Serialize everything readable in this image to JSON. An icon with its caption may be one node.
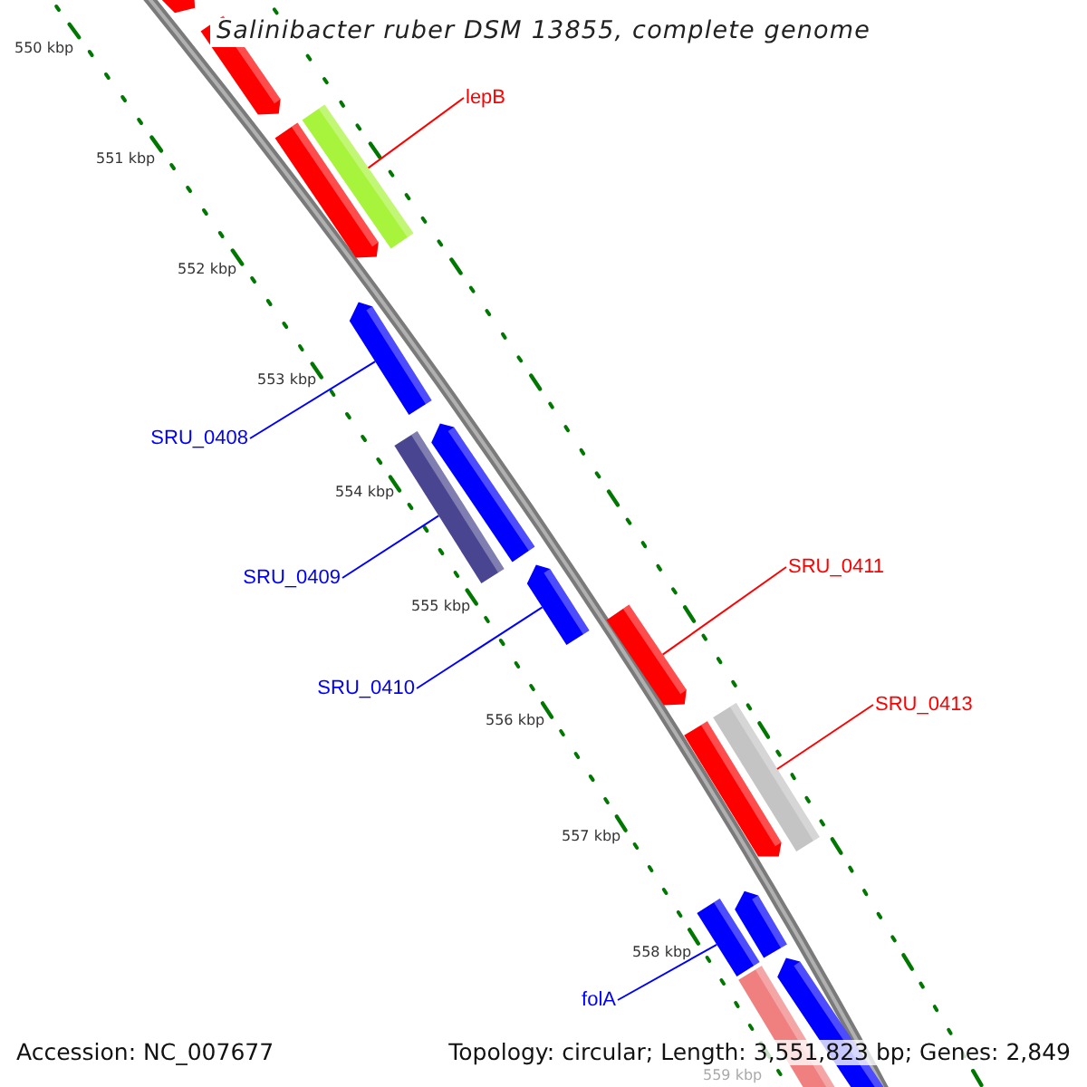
{
  "diagram": {
    "title": "Salinibacter ruber DSM 13855, complete genome",
    "nodes": [
      {
        "text": [],
        "shape": "bar"
      },
      {
        "text": [],
        "shape": "bar"
      },
      {
        "text": [
          "lepB"
        ]
      },
      {
        "text": [],
        "shape": "bar"
      },
      {
        "text": [],
        "shape": "bar"
      },
      {
        "text": [],
        "shape": "bar"
      },
      {
        "text": [
          "SRU_0408"
        ]
      },
      {
        "text": [],
        "shape": "bar"
      },
      {
        "text": [],
        "shape": "bar"
      },
      {
        "text": [
          "SRU_0409"
        ]
      },
      {
        "text": [],
        "shape": "bar"
      },
      {
        "text": [
          "SRU_0411"
        ]
      },
      {
        "text": [],
        "shape": "bar"
      },
      {
        "text": [
          "SRU_0410"
        ]
      },
      {
        "text": [
          "SRU_0413"
        ]
      },
      {
        "text": [],
        "shape": "bar"
      },
      {
        "text": [],
        "shape": "bar"
      },
      {
        "text": [],
        "shape": "bar"
      },
      {
        "text": [],
        "shape": "bar"
      },
      {
        "text": [
          "folA"
        ]
      },
      {
        "text": [],
        "shape": "bar"
      },
      {
        "text": [],
        "shape": "bar"
      }
    ],
    "edges": [
      {
        "from": 2,
        "to": 3,
        "arrow": "none",
        "color": "#ff0000"
      },
      {
        "from": 6,
        "to": 5,
        "arrow": "none"
      },
      {
        "from": 9,
        "to": 8,
        "arrow": "none"
      },
      {
        "from": 11,
        "to": 12,
        "arrow": "none",
        "color": "#ff0000"
      },
      {
        "from": 13,
        "to": 10,
        "arrow": "none"
      },
      {
        "from": 14,
        "to": 15,
        "arrow": "none",
        "color": "#ff0000"
      },
      {
        "from": 19,
        "to": 18,
        "arrow": "none"
      }
    ],
    "labels": [
      "550 kbp",
      "551 kbp",
      "552 kbp",
      "553 kbp",
      "554 kbp",
      "555 kbp",
      "556 kbp",
      "557 kbp",
      "558 kbp",
      "559 kbp",
      "Accession: NC_007677",
      "Topology: circular; Length: 3,551,823 bp; Genes: 2,849"
    ]
  }
}
